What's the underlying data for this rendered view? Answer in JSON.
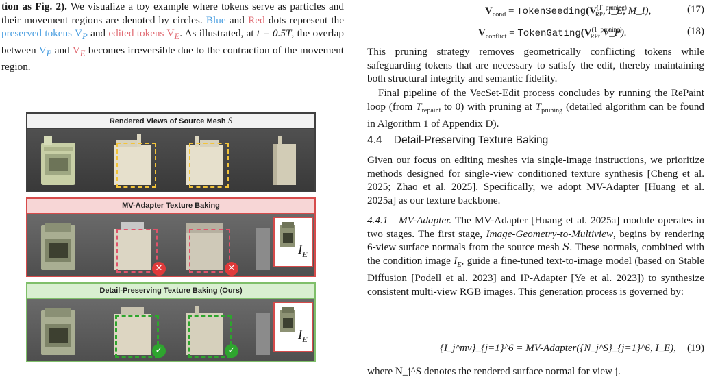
{
  "left_column": {
    "para_intro_bold": "tion as Fig. 2).",
    "para_intro_rest": " We visualize a toy example where tokens serve as particles and their movement regions are denoted by circles.",
    "blue_word": "Blue",
    "and_word": "and",
    "red_word": "Red",
    "dots_rep": "dots represent the",
    "preserved_tokens": "preserved tokens V",
    "preserved_sub": "P",
    "and_word2": "and",
    "edited_tokens": "edited tokens V",
    "edited_sub": "E",
    "illustrated": ". As illustrated, at",
    "t_expr": "t = 0.5T",
    "overlap_text": ", the overlap between",
    "vp": "V",
    "vp_sub": "P",
    "and_word3": "and",
    "ve": "V",
    "ve_sub": "E",
    "becomes": "becomes irreversible due to the contraction of the movement region."
  },
  "figure": {
    "panel1_title": "Rendered Views of Source Mesh",
    "panel1_symbol": "S",
    "panel2_title": "MV-Adapter Texture Baking",
    "panel3_title": "Detail-Preserving Texture Baking (Ours)",
    "inset_label": "I",
    "inset_sub": "E",
    "cross_glyph": "✕",
    "check_glyph": "✓"
  },
  "right_column": {
    "eq17_lhs": "V",
    "eq17_lhs_sub": "cond",
    "eq17_fn": "TokenSeeding",
    "eq17_args": "(V",
    "eq17_sup": "(T_pruning)",
    "eq17_sub": "RP",
    "eq17_tail": ", I_E, M_I),",
    "eq17_num": "(17)",
    "eq18_lhs": "V",
    "eq18_lhs_sub": "conflict",
    "eq18_fn": "TokenGating",
    "eq18_args": "(V",
    "eq18_sup": "(T_pruning)",
    "eq18_sub": "RP",
    "eq18_tail": ", V_P).",
    "eq18_num": "(18)",
    "para_pruning": "This pruning strategy removes geometrically conflicting tokens while safeguarding tokens that are necessary to satisfy the edit, thereby maintaining both structural integrity and semantic fidelity.",
    "para_final_a": "Final pipeline of the VecSet-Edit process concludes by running the RePaint loop (from",
    "t_repaint": "T",
    "t_repaint_sub": "repaint",
    "para_final_b": "to 0) with pruning at",
    "t_pruning": "T",
    "t_pruning_sub": "pruning",
    "para_final_c": "(detailed algorithm can be found in Algorithm 1 of Appendix D).",
    "section_heading": "4.4    Detail-Preserving Texture Baking",
    "para_focus": "Given our focus on editing meshes via single-image instructions, we prioritize methods designed for single-view conditioned texture synthesis [Cheng et al. 2025; Zhao et al. 2025]. Specifically, we adopt MV-Adapter [Huang et al. 2025a] as our texture backbone.",
    "sub_heading": "4.4.1   MV-Adapter.",
    "para_mv_a": "The MV-Adapter [Huang et al. 2025a] module operates in two stages. The first stage,",
    "para_mv_italic": "Image-Geometry-to-Multiview",
    "para_mv_b": ", begins by rendering 6-view surface normals from the source mesh",
    "s_symbol": "S",
    "para_mv_c": ". These normals, combined with the condition image",
    "ie": "I",
    "ie_sub": "E",
    "para_mv_d": ", guide a fine-tuned text-to-image model (based on Stable Diffusion [Podell et al. 2023] and IP-Adapter [Ye et al. 2023]) to synthesize consistent multi-view RGB images. This generation process is governed by:",
    "eq19": "{I_j^mv}_{j=1}^6 = MV-Adapter({N_j^S}_{j=1}^6, I_E),",
    "eq19_num": "(19)",
    "para_where": "where N_j^S denotes the rendered surface normal for view j."
  }
}
